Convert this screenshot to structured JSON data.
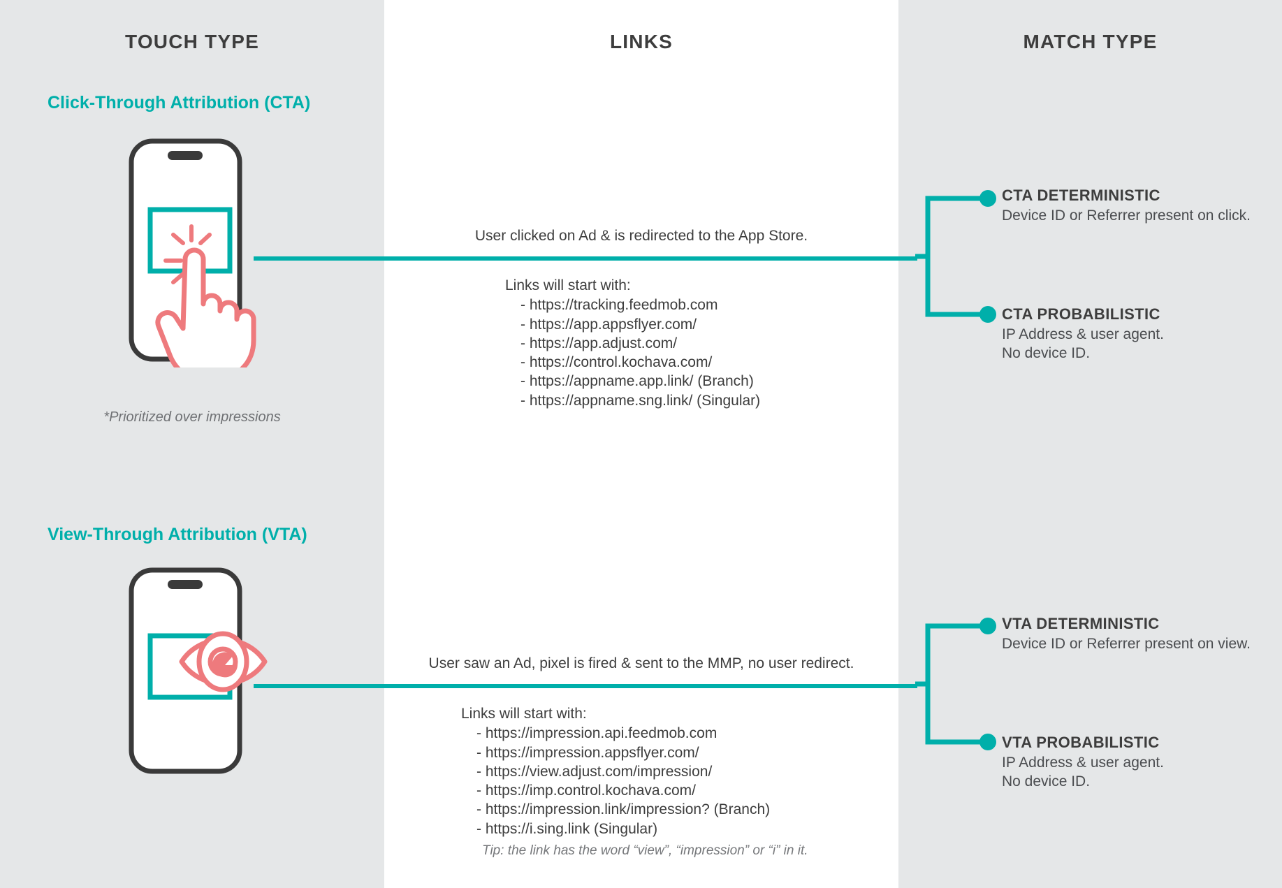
{
  "columns": {
    "touch_type_header": "TOUCH TYPE",
    "links_header": "LINKS",
    "match_type_header": "MATCH TYPE"
  },
  "colors": {
    "teal": "#00AFAA",
    "coral": "#EE7A7D",
    "dark": "#3D3D3D",
    "panel_grey": "#E5E7E8",
    "panel_white": "#FFFFFF"
  },
  "cta": {
    "title": "Click-Through Attribution (CTA)",
    "phone_icon": "phone-with-tap-hand",
    "footnote": "*Prioritized over impressions",
    "lead": "User clicked on Ad & is redirected to the App Store.",
    "links_label": "Links will start with:",
    "links": [
      "- https://tracking.feedmob.com",
      "- https://app.appsflyer.com/",
      "- https://app.adjust.com/",
      "- https://control.kochava.com/",
      "- https://appname.app.link/ (Branch)",
      "- https://appname.sng.link/ (Singular)"
    ],
    "matches": [
      {
        "title": "CTA DETERMINISTIC",
        "desc": "Device ID or Referrer present on click."
      },
      {
        "title": "CTA PROBABILISTIC",
        "desc": "IP Address & user agent.\nNo device ID."
      }
    ]
  },
  "vta": {
    "title": "View-Through Attribution (VTA)",
    "phone_icon": "phone-with-eye",
    "lead": "User saw an Ad, pixel is fired & sent to the MMP, no user redirect.",
    "links_label": "Links will start with:",
    "links": [
      "- https://impression.api.feedmob.com",
      "- https://impression.appsflyer.com/",
      "- https://view.adjust.com/impression/",
      "- https://imp.control.kochava.com/",
      "- https://impression.link/impression? (Branch)",
      "- https://i.sing.link (Singular)"
    ],
    "tip": "Tip: the link has the word “view”, “impression” or “i” in it.",
    "matches": [
      {
        "title": "VTA DETERMINISTIC",
        "desc": "Device ID or Referrer present on view."
      },
      {
        "title": "VTA PROBABILISTIC",
        "desc": "IP Address & user agent.\nNo device ID."
      }
    ]
  }
}
